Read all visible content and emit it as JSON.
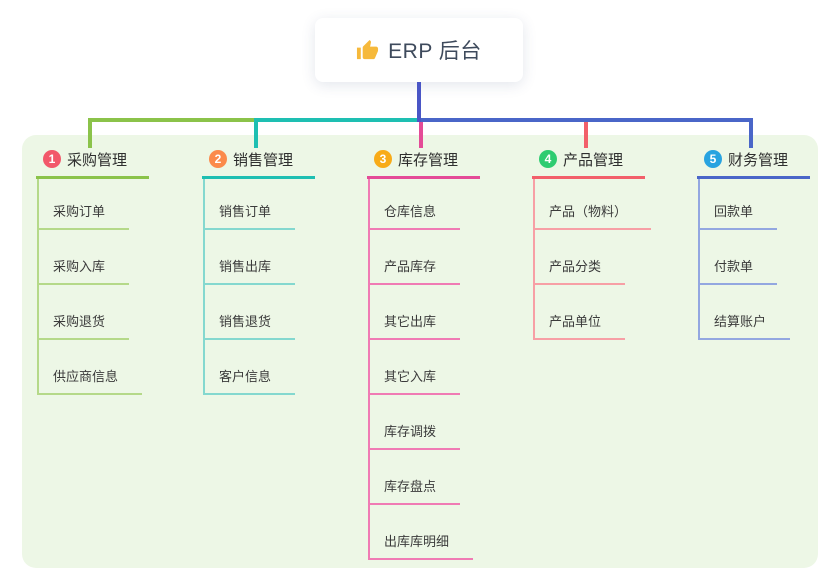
{
  "canvas": {
    "background": "#ffffff",
    "panel_color": "#edf7e6"
  },
  "root": {
    "icon": "thumbs-up-icon",
    "icon_color": "#f6b93b",
    "label": "ERP 后台",
    "connector_color": "#4a56c6"
  },
  "branches": [
    {
      "number": "1",
      "title": "采购管理",
      "badge_color": "#f2586a",
      "line_color": "#8bc34a",
      "child_line_color": "#b5d989",
      "children": [
        "采购订单",
        "采购入库",
        "采购退货",
        "供应商信息"
      ]
    },
    {
      "number": "2",
      "title": "销售管理",
      "badge_color": "#fb8a4b",
      "line_color": "#1ebfb2",
      "child_line_color": "#84d8cf",
      "children": [
        "销售订单",
        "销售出库",
        "销售退货",
        "客户信息"
      ]
    },
    {
      "number": "3",
      "title": "库存管理",
      "badge_color": "#f8ab18",
      "line_color": "#e44b97",
      "child_line_color": "#f07bb4",
      "children": [
        "仓库信息",
        "产品库存",
        "其它出库",
        "其它入库",
        "库存调拨",
        "库存盘点",
        "出库库明细"
      ]
    },
    {
      "number": "4",
      "title": "产品管理",
      "badge_color": "#2ecc71",
      "line_color": "#f25f6a",
      "child_line_color": "#f79fa5",
      "children": [
        "产品（物料）",
        "产品分类",
        "产品单位"
      ]
    },
    {
      "number": "5",
      "title": "财务管理",
      "badge_color": "#28a3e0",
      "line_color": "#4a66c8",
      "child_line_color": "#93a7e0",
      "children": [
        "回款单",
        "付款单",
        "结算账户"
      ]
    }
  ]
}
